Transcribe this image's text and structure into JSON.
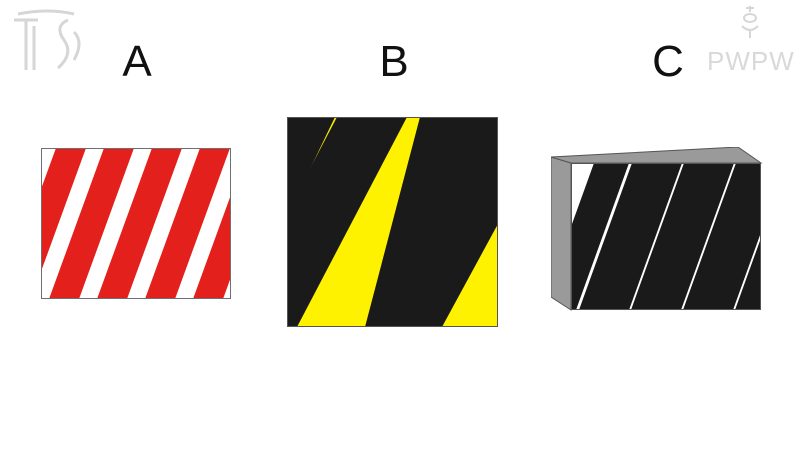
{
  "options": {
    "a": {
      "label": "A",
      "stripe_color": "#e3201b",
      "base_color": "#ffffff"
    },
    "b": {
      "label": "B",
      "stripe_color": "#1a1a1a",
      "base_color": "#fff200"
    },
    "c": {
      "label": "C",
      "stripe_color": "#1a1a1a",
      "base_color": "#ffffff",
      "side_color": "#9a9a9a"
    }
  },
  "branding": {
    "left_logo_icon": "its-logo-icon",
    "right_logo_text": "PWPW",
    "right_logo_icon": "eagle-emblem-icon"
  }
}
